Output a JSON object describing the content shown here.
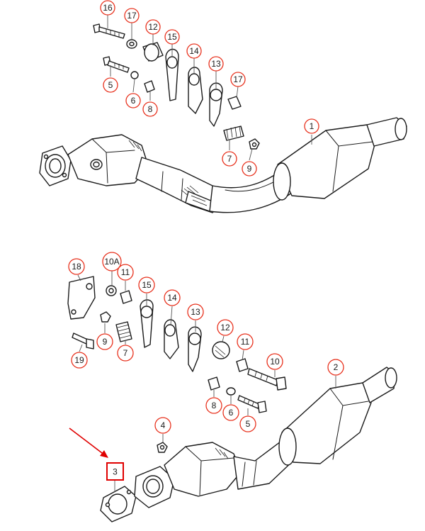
{
  "diagram": {
    "callouts_top": [
      {
        "id": "c16",
        "label": "16"
      },
      {
        "id": "c17a",
        "label": "17"
      },
      {
        "id": "c12a",
        "label": "12"
      },
      {
        "id": "c15a",
        "label": "15"
      },
      {
        "id": "c14a",
        "label": "14"
      },
      {
        "id": "c13a",
        "label": "13"
      },
      {
        "id": "c17b",
        "label": "17"
      },
      {
        "id": "c5a",
        "label": "5"
      },
      {
        "id": "c6a",
        "label": "6"
      },
      {
        "id": "c8a",
        "label": "8"
      },
      {
        "id": "c7a",
        "label": "7"
      },
      {
        "id": "c9a",
        "label": "9"
      },
      {
        "id": "c1",
        "label": "1"
      }
    ],
    "callouts_bottom": [
      {
        "id": "c18",
        "label": "18"
      },
      {
        "id": "c10A",
        "label": "10A"
      },
      {
        "id": "c11a",
        "label": "11"
      },
      {
        "id": "c15b",
        "label": "15"
      },
      {
        "id": "c14b",
        "label": "14"
      },
      {
        "id": "c13b",
        "label": "13"
      },
      {
        "id": "c12b",
        "label": "12"
      },
      {
        "id": "c11b",
        "label": "11"
      },
      {
        "id": "c10",
        "label": "10"
      },
      {
        "id": "c9b",
        "label": "9"
      },
      {
        "id": "c7b",
        "label": "7"
      },
      {
        "id": "c19",
        "label": "19"
      },
      {
        "id": "c8b",
        "label": "8"
      },
      {
        "id": "c6b",
        "label": "6"
      },
      {
        "id": "c5b",
        "label": "5"
      },
      {
        "id": "c2",
        "label": "2"
      },
      {
        "id": "c4",
        "label": "4"
      },
      {
        "id": "c3",
        "label": "3"
      }
    ],
    "highlight_color": "#e00000",
    "callout_color": "#e8321e"
  }
}
